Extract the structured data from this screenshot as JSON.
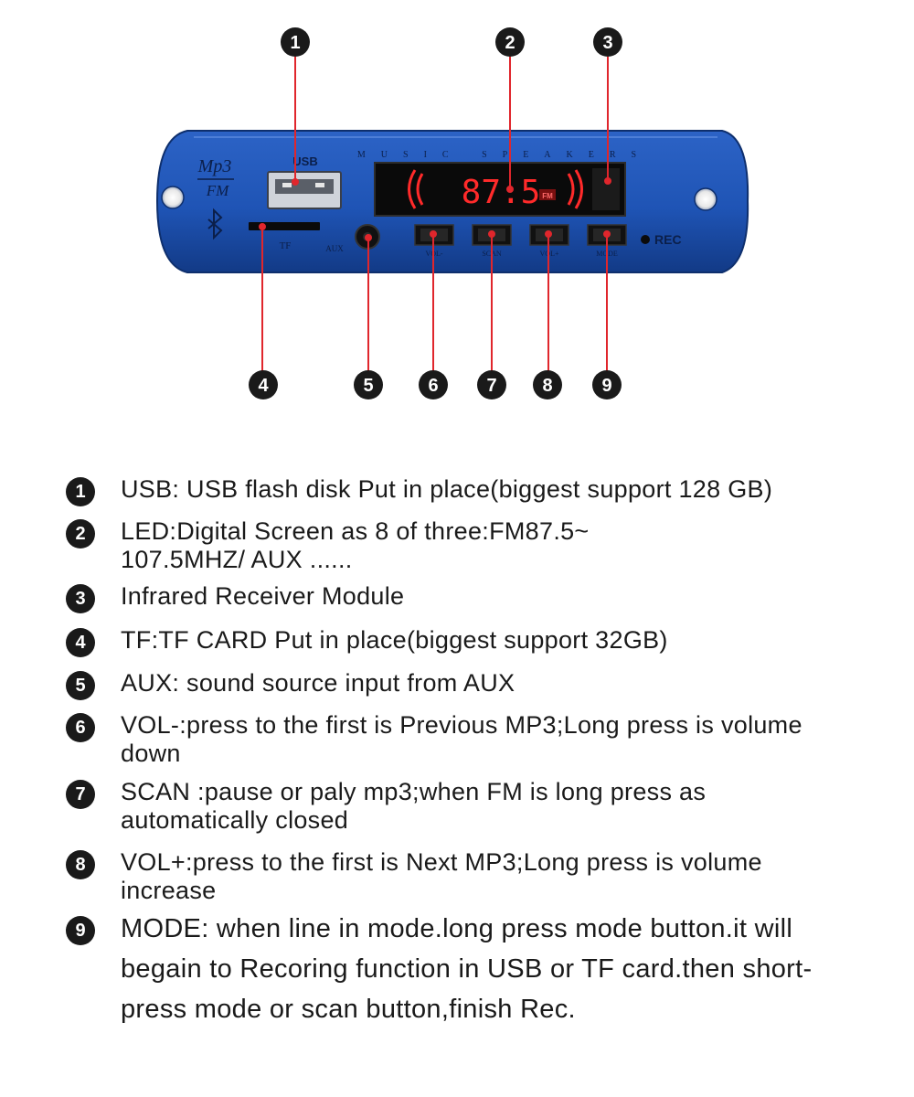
{
  "board": {
    "logo_top": "Mp3",
    "logo_bottom": "FM",
    "usb_label": "USB",
    "tf_label": "TF",
    "aux_label": "AUX",
    "brand_text": "MUSIC SPEAKERS",
    "display_value": "87.5",
    "display_badge": "FM",
    "rec_label": "REC",
    "buttons": [
      {
        "label": "VOL-"
      },
      {
        "label": "SCAN"
      },
      {
        "label": "VOL+"
      },
      {
        "label": "MODE"
      }
    ]
  },
  "callouts": [
    {
      "num": "1"
    },
    {
      "num": "2"
    },
    {
      "num": "3"
    },
    {
      "num": "4"
    },
    {
      "num": "5"
    },
    {
      "num": "6"
    },
    {
      "num": "7"
    },
    {
      "num": "8"
    },
    {
      "num": "9"
    }
  ],
  "legend": [
    {
      "num": "1",
      "text": "USB: USB flash disk Put in place(biggest support 128 GB)"
    },
    {
      "num": "2",
      "text": "LED:Digital Screen as 8 of three:FM87.5~ 107.5MHZ/ AUX ......"
    },
    {
      "num": "3",
      "text": "Infrared Receiver Module"
    },
    {
      "num": "4",
      "text": "TF:TF CARD Put in place(biggest support 32GB)"
    },
    {
      "num": "5",
      "text": "AUX:  sound source input from AUX"
    },
    {
      "num": "6",
      "text": "VOL-:press to the first is Previous MP3;Long press is volume down"
    },
    {
      "num": "7",
      "text": "SCAN  :pause or paly mp3;when FM is long press as automatically closed"
    },
    {
      "num": "8",
      "text": "VOL+:press to the first is Next MP3;Long press is volume increase"
    },
    {
      "num": "9",
      "text": "MODE: when line in mode.long press mode button.it will begain to Recoring function in USB or TF card.then short-press mode or scan button,finish Rec."
    }
  ],
  "colors": {
    "board_blue": "#1f54b5",
    "board_dark": "#123a86",
    "leader_red": "#e0262c",
    "display_red": "#ff2a2a",
    "callout_black": "#1a1a1a"
  }
}
